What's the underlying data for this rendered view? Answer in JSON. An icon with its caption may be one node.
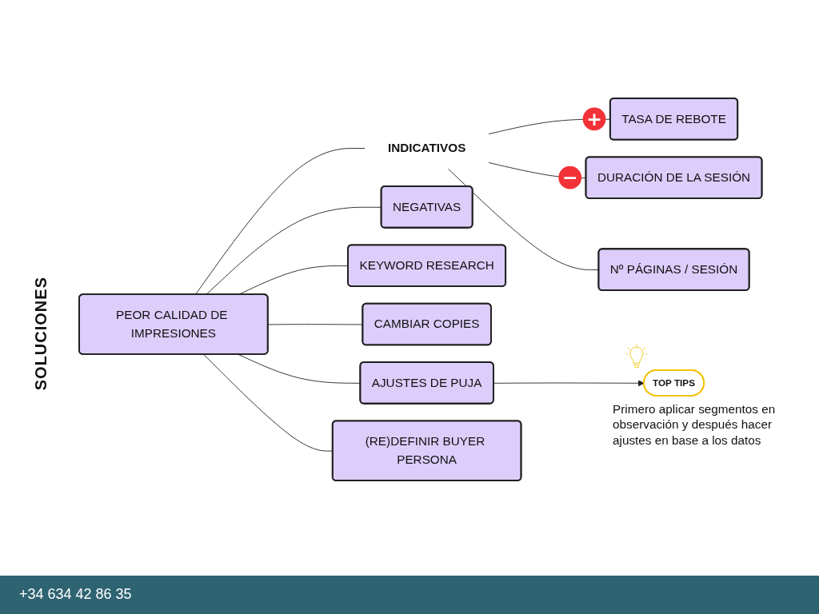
{
  "diagram": {
    "nodes": [
      {
        "text": [
          "PEOR CALIDAD DE IMPRESIONES"
        ]
      },
      {
        "text": [
          "INDICATIVOS"
        ]
      },
      {
        "text": [
          "TASA DE REBOTE"
        ],
        "beside": [
          "+"
        ]
      },
      {
        "text": [
          "DURACIÓN DE LA SESIÓN"
        ],
        "beside": [
          "−"
        ]
      },
      {
        "text": [
          "Nº PÁGINAS / SESIÓN"
        ]
      },
      {
        "text": [
          "NEGATIVAS"
        ]
      },
      {
        "text": [
          "KEYWORD RESEARCH"
        ]
      },
      {
        "text": [
          "CAMBIAR COPIES"
        ]
      },
      {
        "text": [
          "AJUSTES DE PUJA"
        ]
      },
      {
        "text": [
          "(RE)DEFINIR BUYER PERSONA"
        ]
      },
      {
        "text": [
          "TOP TIPS"
        ],
        "beside": [
          "Primero aplicar segmentos en observación y después hacer ajustes en base a los datos"
        ]
      }
    ],
    "edges": [
      {
        "from": 0,
        "to": 1,
        "arrow": "none"
      },
      {
        "from": 1,
        "to": 2,
        "arrow": "none"
      },
      {
        "from": 1,
        "to": 3,
        "arrow": "none"
      },
      {
        "from": 1,
        "to": 4,
        "arrow": "none"
      },
      {
        "from": 0,
        "to": 5,
        "arrow": "none"
      },
      {
        "from": 0,
        "to": 6,
        "arrow": "none"
      },
      {
        "from": 0,
        "to": 7,
        "arrow": "none"
      },
      {
        "from": 0,
        "to": 8,
        "arrow": "none"
      },
      {
        "from": 0,
        "to": 9,
        "arrow": "none"
      },
      {
        "from": 8,
        "to": 10,
        "arrow": "to"
      }
    ],
    "labels": [
      "SOLUCIONES",
      "+34 634 42 86 35"
    ]
  }
}
